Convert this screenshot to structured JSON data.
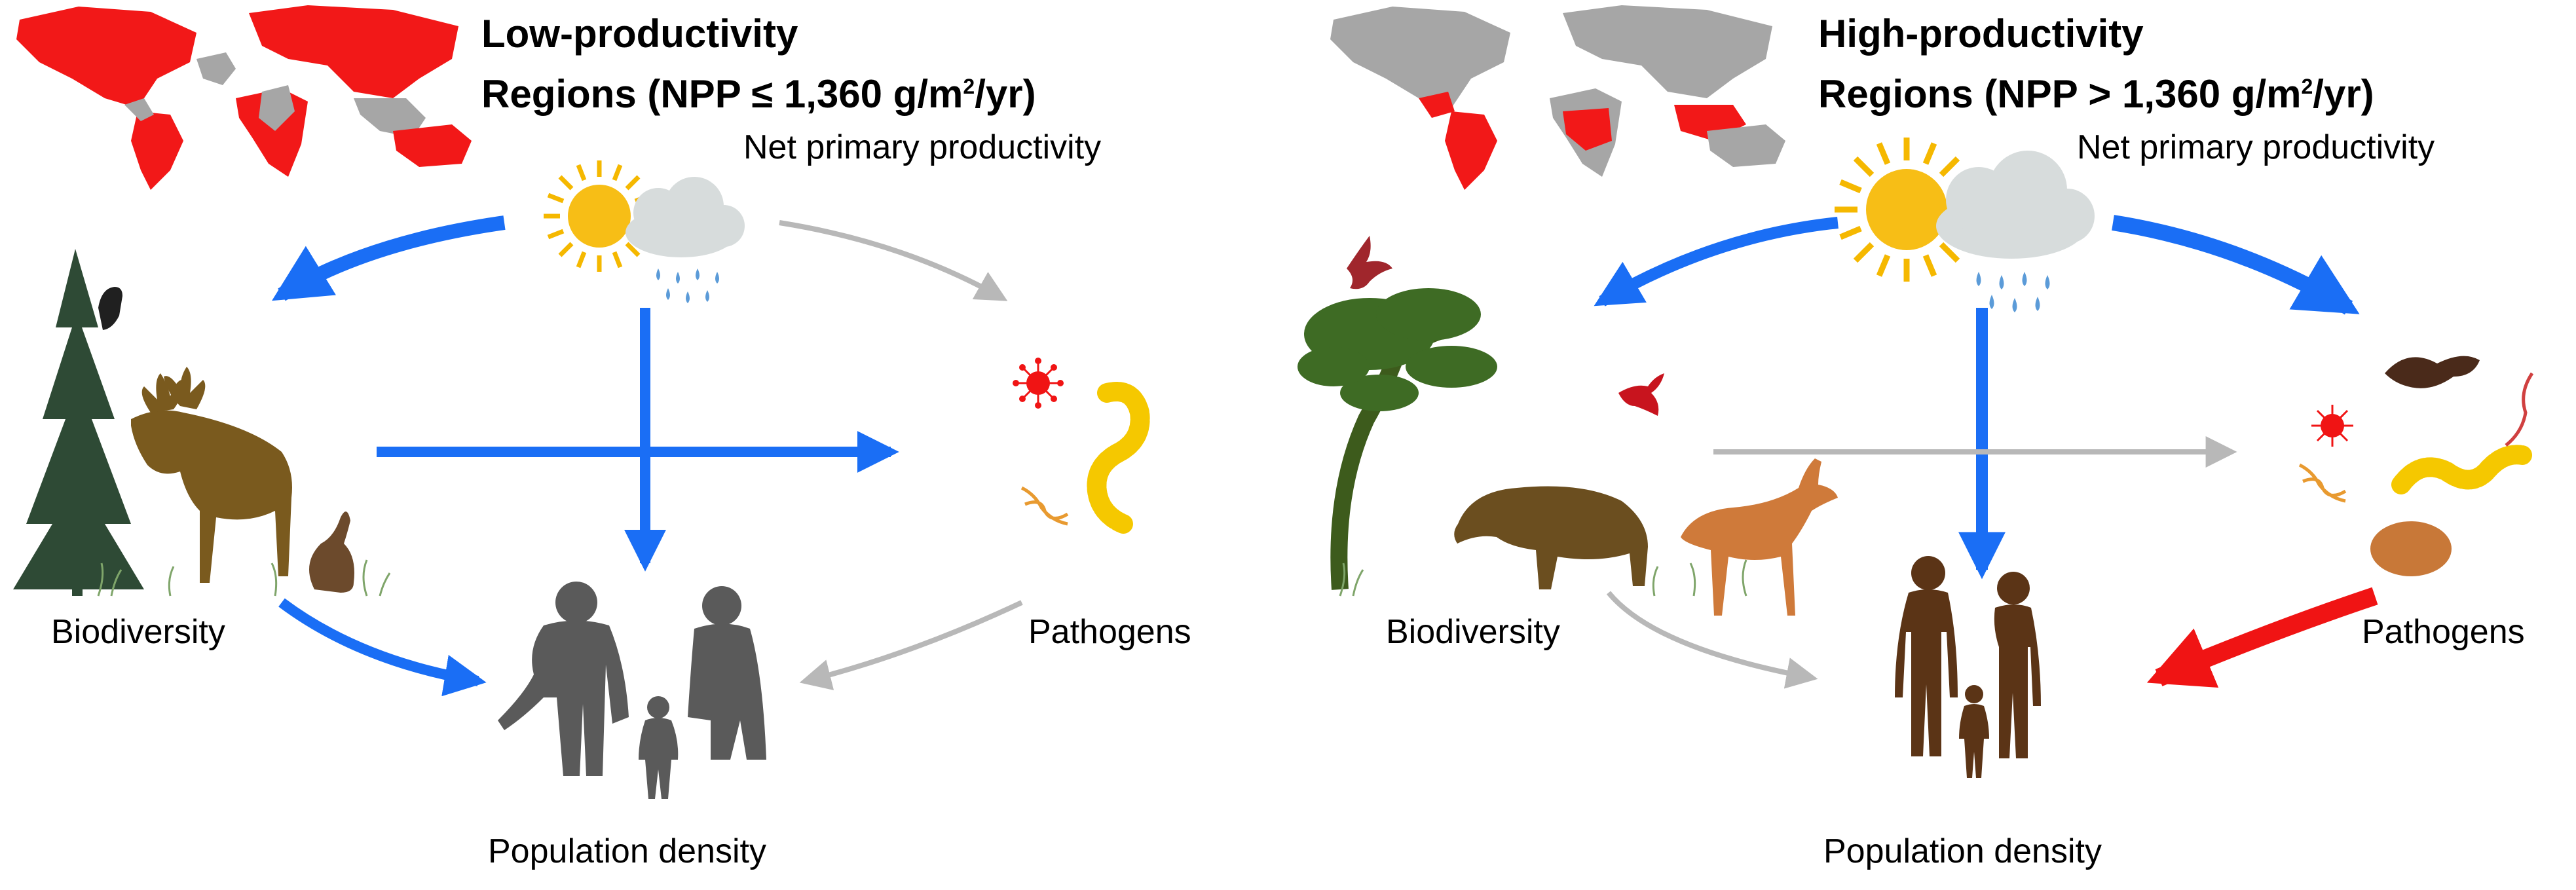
{
  "panels": [
    {
      "id": "low",
      "title_line1": "Low-productivity",
      "title_line2_pre": "Regions (NPP ≤ 1,360 g/m",
      "title_sup1": "2",
      "title_line2_post": "/yr)",
      "labels": {
        "npp": "Net primary productivity",
        "biodiversity": "Biodiversity",
        "pathogens": "Pathogens",
        "population": "Population density"
      }
    },
    {
      "id": "high",
      "title_line1": "High-productivity",
      "title_line2_pre": "Regions (NPP > 1,360 g/m",
      "title_sup1": "2",
      "title_line2_post": "/yr)",
      "labels": {
        "npp": "Net primary productivity",
        "biodiversity": "Biodiversity",
        "pathogens": "Pathogens",
        "population": "Population density"
      }
    }
  ],
  "colors": {
    "positive": "#1a6ef5",
    "negative": "#f01414",
    "neutral": "#b8b8b8",
    "map_land": "#a6a6a6",
    "map_highlight": "#f21818"
  },
  "icons": [
    "world-map-icon",
    "sun-icon",
    "rain-cloud-icon",
    "pine-tree-icon",
    "moose-icon",
    "hare-icon",
    "crow-icon",
    "virus-icon",
    "bacteria-icon",
    "dna-icon",
    "human-family-icon",
    "acacia-tree-icon",
    "tapir-icon",
    "deer-icon",
    "bird-icon"
  ]
}
